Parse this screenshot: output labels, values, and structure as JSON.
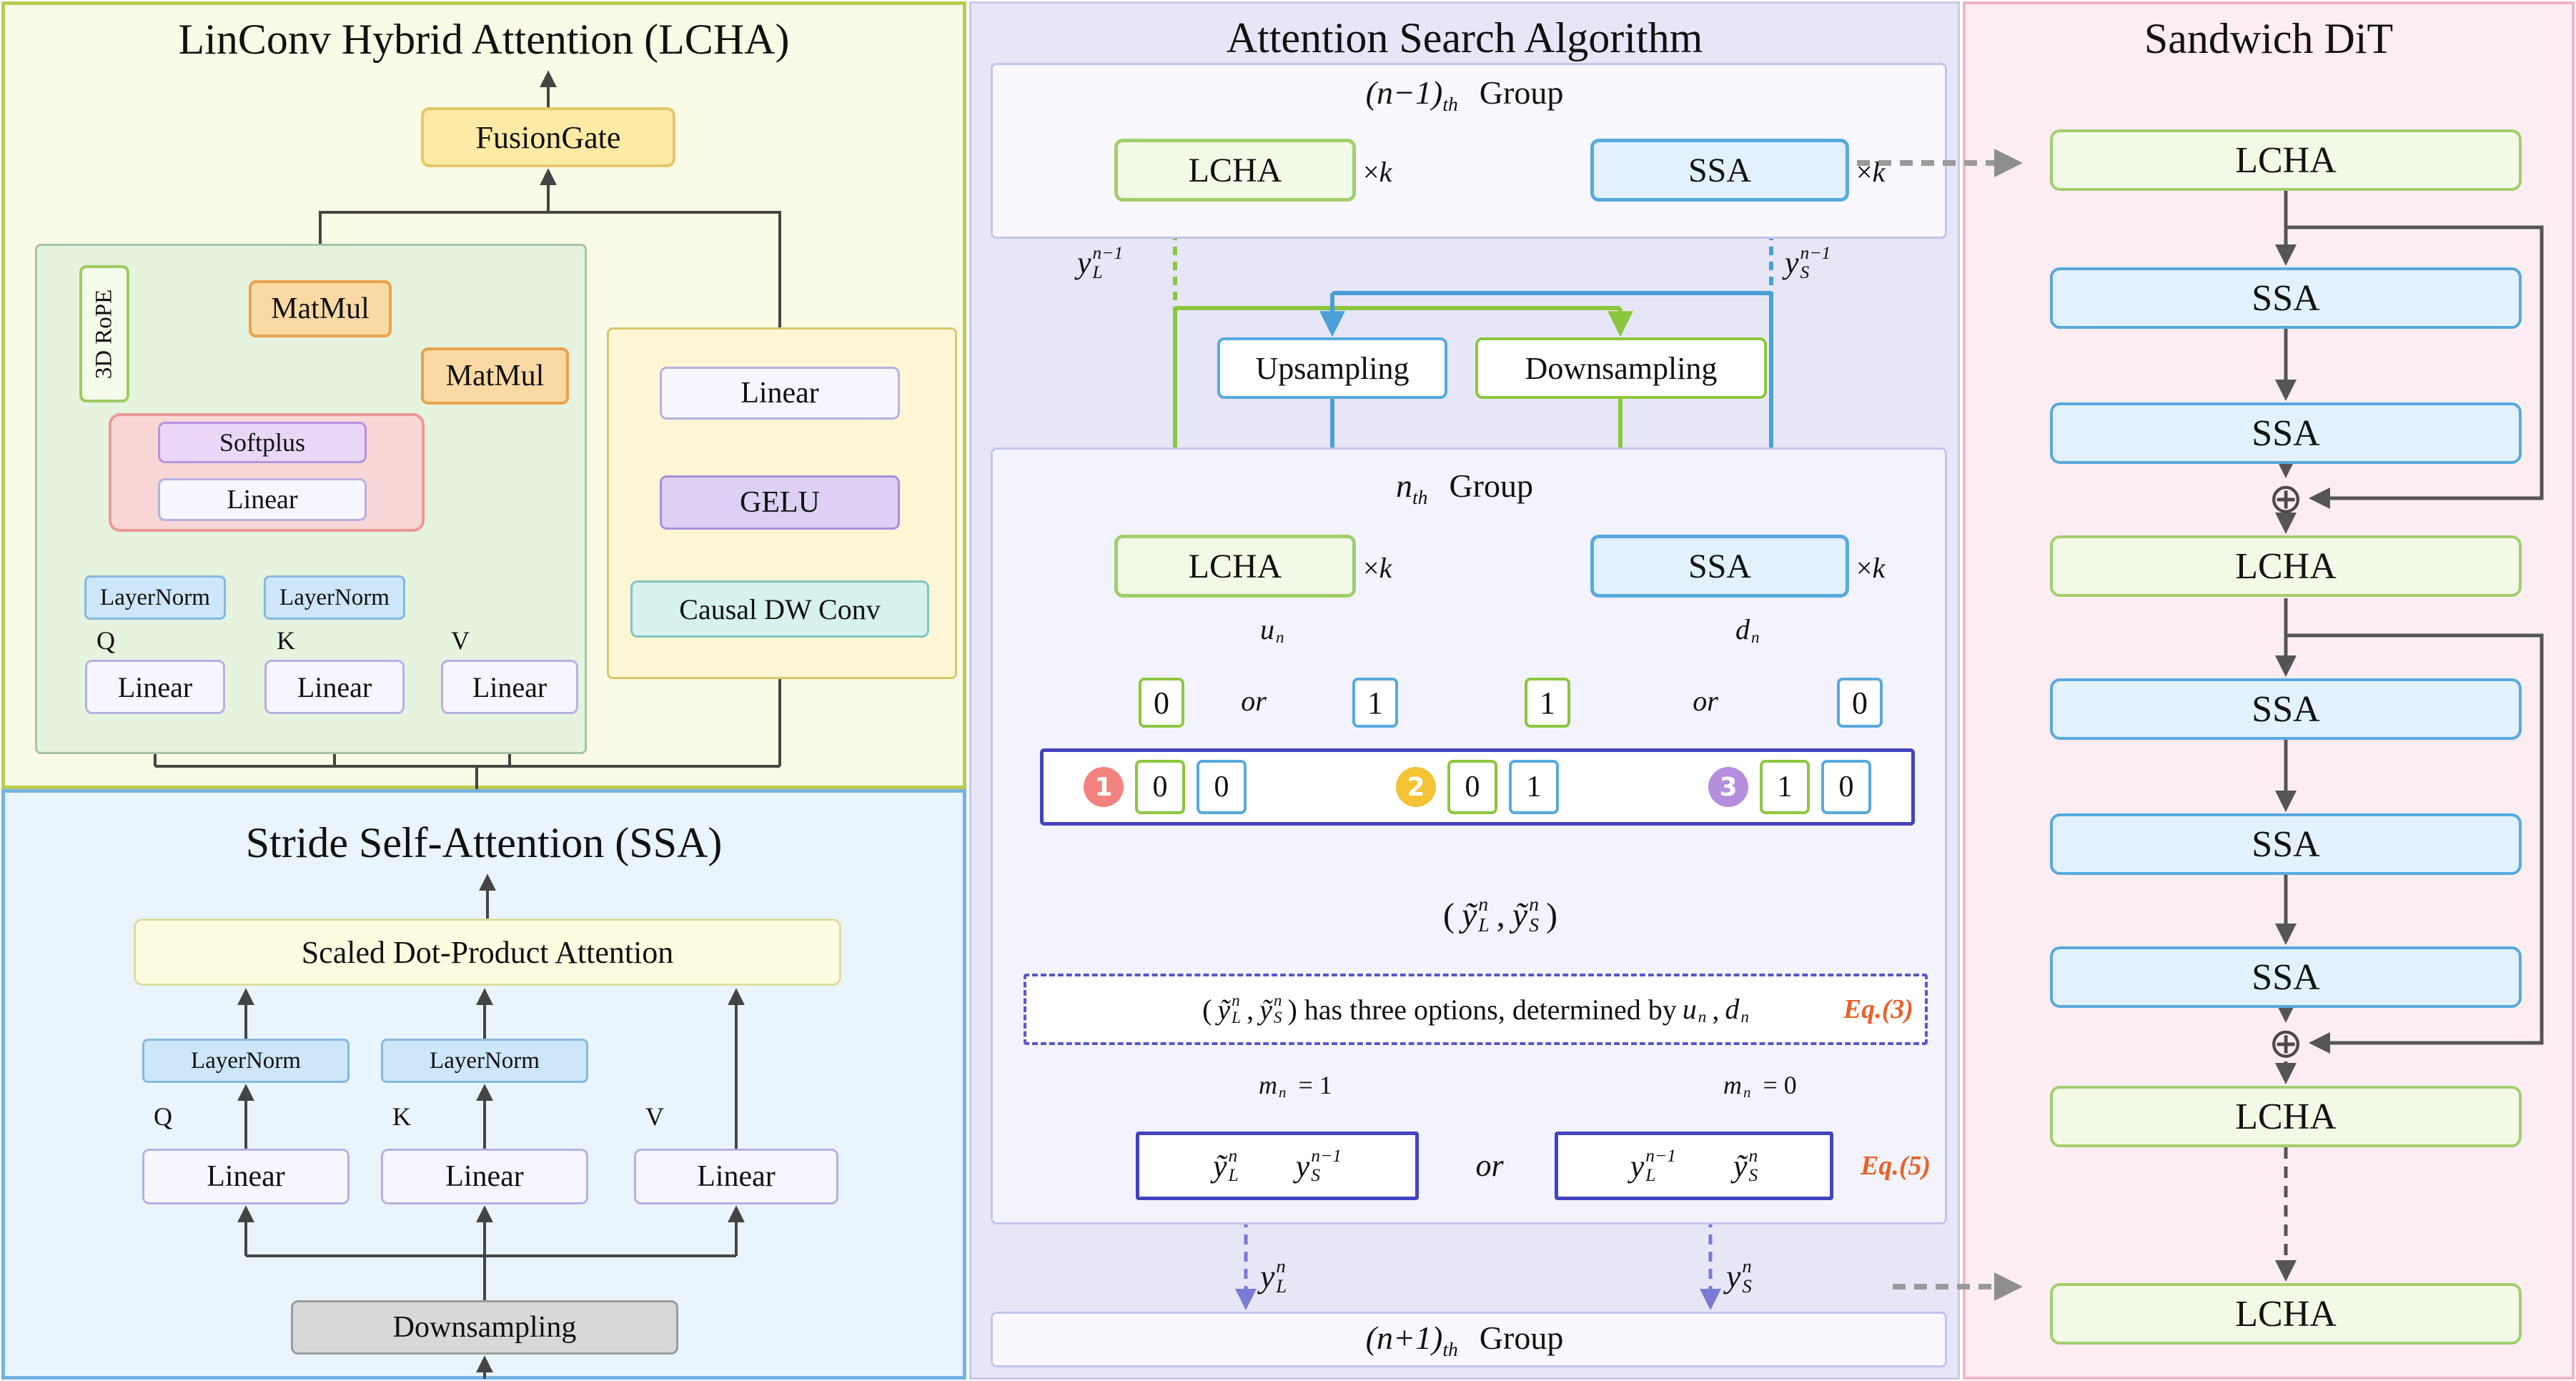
{
  "lcha": {
    "title": "LinConv Hybrid Attention (LCHA)",
    "fusion_gate": "FusionGate",
    "rope": "3D RoPE",
    "matmul_top": "MatMul",
    "matmul_bottom": "MatMul",
    "softplus": "Softplus",
    "kernel_linear": "Linear",
    "layernorm_q": "LayerNorm",
    "layernorm_k": "LayerNorm",
    "q": "Q",
    "k": "K",
    "v": "V",
    "linear_q": "Linear",
    "linear_k": "Linear",
    "linear_v": "Linear",
    "mlp_linear": "Linear",
    "gelu": "GELU",
    "dw_conv": "Causal DW Conv"
  },
  "ssa": {
    "title": "Stride Self-Attention (SSA)",
    "sdpa": "Scaled Dot-Product Attention",
    "layernorm_q": "LayerNorm",
    "layernorm_k": "LayerNorm",
    "q": "Q",
    "k": "K",
    "v": "V",
    "linear_q": "Linear",
    "linear_k": "Linear",
    "linear_v": "Linear",
    "downsampling": "Downsampling"
  },
  "search": {
    "title": "Attention Search Algorithm",
    "xk": {
      "times": "×",
      "k": "k"
    },
    "prev_group": {
      "math": "(n−1)",
      "sub": "th",
      "word": "Group"
    },
    "curr_group": {
      "math": "n",
      "sub": "th",
      "word": "Group"
    },
    "next_group": {
      "math": "(n+1)",
      "sub": "th",
      "word": "Group"
    },
    "lcha_prev": "LCHA",
    "ssa_prev": "SSA",
    "lcha_curr": "LCHA",
    "ssa_curr": "SSA",
    "upsampling": "Upsampling",
    "downsampling": "Downsampling",
    "y_l_prev": {
      "base": "y",
      "sup": "n−1",
      "sub": "L"
    },
    "y_s_prev": {
      "base": "y",
      "sup": "n−1",
      "sub": "S"
    },
    "u_n": {
      "base": "u",
      "sub": "n"
    },
    "d_n": {
      "base": "d",
      "sub": "n"
    },
    "bits_left": {
      "a": "0",
      "or": "or",
      "b": "1"
    },
    "bits_right": {
      "a": "1",
      "or": "or",
      "b": "0"
    },
    "options": [
      {
        "n": "1",
        "a": "0",
        "b": "0"
      },
      {
        "n": "2",
        "a": "0",
        "b": "1"
      },
      {
        "n": "3",
        "a": "1",
        "b": "0"
      }
    ],
    "y_l_tilde": {
      "base": "ỹ",
      "sup": "n",
      "sub": "L"
    },
    "y_s_tilde": {
      "base": "ỹ",
      "sup": "n",
      "sub": "S"
    },
    "tuple": {
      "open": "(",
      "comma": ",",
      "close": ")"
    },
    "note": {
      "open": "(",
      "comma1": ",",
      "tail": ") has three options, determined by",
      "comma2": ",",
      "eq": "Eq.(3)"
    },
    "m1": {
      "base": "m",
      "sub": "n",
      "rest": "= 1"
    },
    "m0": {
      "base": "m",
      "sub": "n",
      "rest": "= 0"
    },
    "or_word": "or",
    "eq5": "Eq.(5)",
    "y_l_out": {
      "base": "y",
      "sup": "n",
      "sub": "L"
    },
    "y_s_out": {
      "base": "y",
      "sup": "n",
      "sub": "S"
    }
  },
  "sandwich": {
    "title": "Sandwich DiT",
    "stack": [
      "LCHA",
      "SSA",
      "SSA",
      "LCHA",
      "SSA",
      "SSA",
      "SSA",
      "LCHA",
      "LCHA"
    ],
    "oplus": "⊕"
  }
}
